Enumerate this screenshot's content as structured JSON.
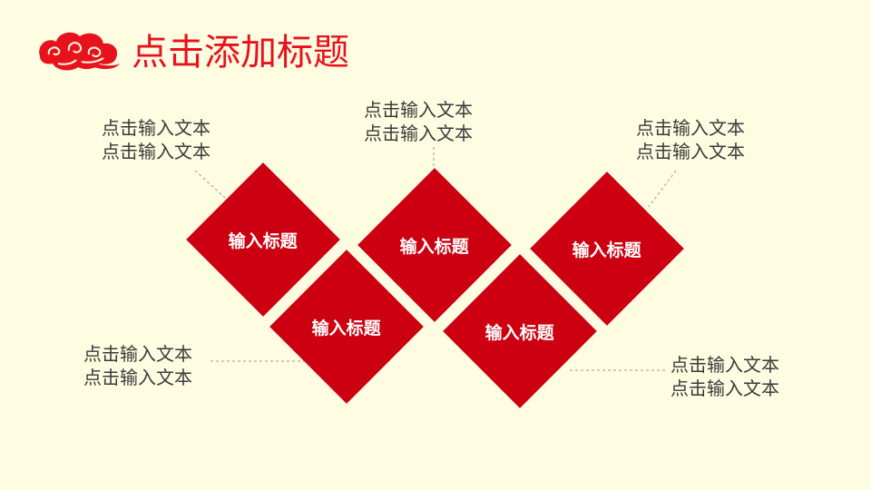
{
  "page": {
    "title": "点击添加标题",
    "accent_color": "#cc0010",
    "title_color": "#e8121d",
    "background_color": "#fefde2",
    "logo_icon": "auspicious-cloud-icon"
  },
  "diamonds": [
    {
      "label": "输入标题"
    },
    {
      "label": "输入标题"
    },
    {
      "label": "输入标题"
    },
    {
      "label": "输入标题"
    },
    {
      "label": "输入标题"
    }
  ],
  "texts": [
    {
      "line1": "点击输入文本",
      "line2": "点击输入文本"
    },
    {
      "line1": "点击输入文本",
      "line2": "点击输入文本"
    },
    {
      "line1": "点击输入文本",
      "line2": "点击输入文本"
    },
    {
      "line1": "点击输入文本",
      "line2": "点击输入文本"
    },
    {
      "line1": "点击输入文本",
      "line2": "点击输入文本"
    }
  ]
}
